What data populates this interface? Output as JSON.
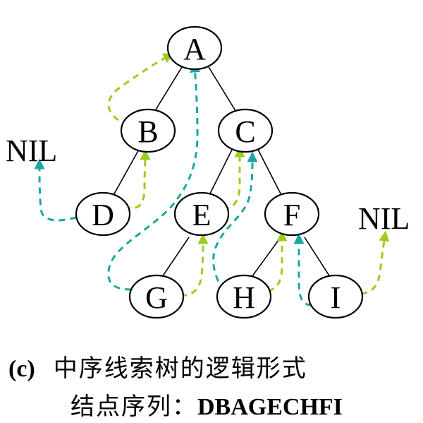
{
  "colors": {
    "predecessor_thread": "#1aa6a6",
    "successor_thread": "#9ccc1f",
    "node_stroke": "#000000",
    "background": "#ffffff"
  },
  "tree": {
    "nodes": [
      "A",
      "B",
      "C",
      "D",
      "E",
      "F",
      "G",
      "H",
      "I"
    ],
    "edges": [
      [
        "A",
        "B"
      ],
      [
        "A",
        "C"
      ],
      [
        "B",
        "D"
      ],
      [
        "C",
        "E"
      ],
      [
        "C",
        "F"
      ],
      [
        "E",
        "G"
      ],
      [
        "F",
        "H"
      ],
      [
        "F",
        "I"
      ]
    ],
    "nil_left": "NIL",
    "nil_right": "NIL"
  },
  "caption": {
    "tag": "(c)",
    "title": "中序线索树的逻辑形式",
    "sequence_label": "结点序列：",
    "sequence": "DBAGECHFI"
  }
}
